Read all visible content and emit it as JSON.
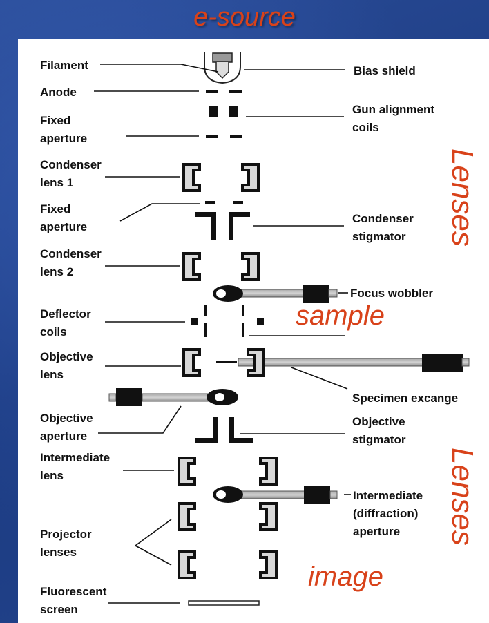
{
  "title": "e-source",
  "colors": {
    "accent": "#d8421a",
    "background": "#1f3f86",
    "panel": "#ffffff",
    "ink": "#111111"
  },
  "overlays": {
    "lenses_top": "Lenses",
    "sample": "sample",
    "lenses_bottom": "Lenses",
    "image": "image"
  },
  "labels": {
    "filament": "Filament",
    "anode": "Anode",
    "fixed_aperture_1": [
      "Fixed",
      "aperture"
    ],
    "condenser_lens_1": [
      "Condenser",
      "lens 1"
    ],
    "fixed_aperture_2": [
      "Fixed",
      "aperture"
    ],
    "condenser_lens_2": [
      "Condenser",
      "lens 2"
    ],
    "deflector_coils": [
      "Deflector",
      "coils"
    ],
    "objective_lens": [
      "Objective",
      "lens"
    ],
    "objective_aperture": [
      "Objective",
      "aperture"
    ],
    "intermediate_lens": [
      "Intermediate",
      "lens"
    ],
    "projector_lenses": [
      "Projector",
      "lenses"
    ],
    "fluorescent_screen": [
      "Fluorescent",
      "screen"
    ],
    "bias_shield": "Bias shield",
    "gun_alignment_coils": [
      "Gun alignment",
      "coils"
    ],
    "condenser_stigmator": [
      "Condenser",
      "stigmator"
    ],
    "focus_wobbler": "Focus wobbler",
    "specimen_exchange": "Specimen excange",
    "objective_stigmator": [
      "Objective",
      "stigmator"
    ],
    "intermediate_aperture": [
      "Intermediate",
      "(diffraction)",
      "aperture"
    ]
  }
}
